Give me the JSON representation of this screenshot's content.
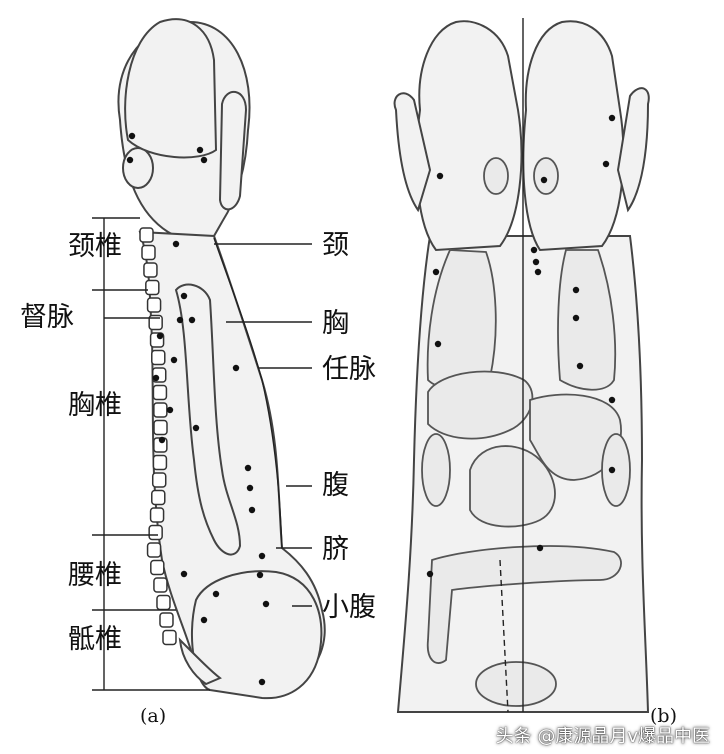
{
  "figure_a": {
    "left_labels": {
      "cervical": "颈椎",
      "governor_vessel": "督脉",
      "thoracic": "胸椎",
      "lumbar": "腰椎",
      "sacral": "骶椎"
    },
    "right_labels": {
      "neck": "颈",
      "chest": "胸",
      "conception_vessel": "任脉",
      "abdomen": "腹",
      "navel": "脐",
      "lower_abdomen": "小腹"
    },
    "caption": "(a)"
  },
  "figure_b": {
    "caption": "(b)"
  },
  "watermark": "头条 @康源晶月v爆品中医"
}
